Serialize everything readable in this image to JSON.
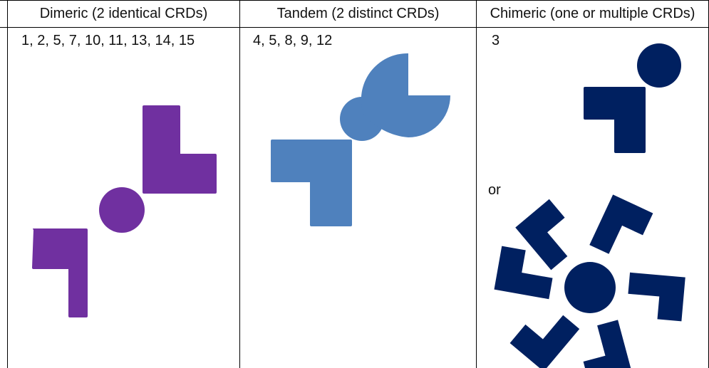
{
  "columns": [
    {
      "header": "Dimeric (2 identical CRDs)",
      "ids": "1, 2, 5, 7, 10, 11, 13, 14, 15",
      "shape_color": "#7030A0"
    },
    {
      "header": "Tandem (2 distinct CRDs)",
      "ids": "4, 5, 8, 9, 12",
      "shape_color": "#4F81BD"
    },
    {
      "header": "Chimeric (one or multiple CRDs)",
      "ids": "3",
      "shape_color": "#002060",
      "or_label": "or"
    }
  ]
}
